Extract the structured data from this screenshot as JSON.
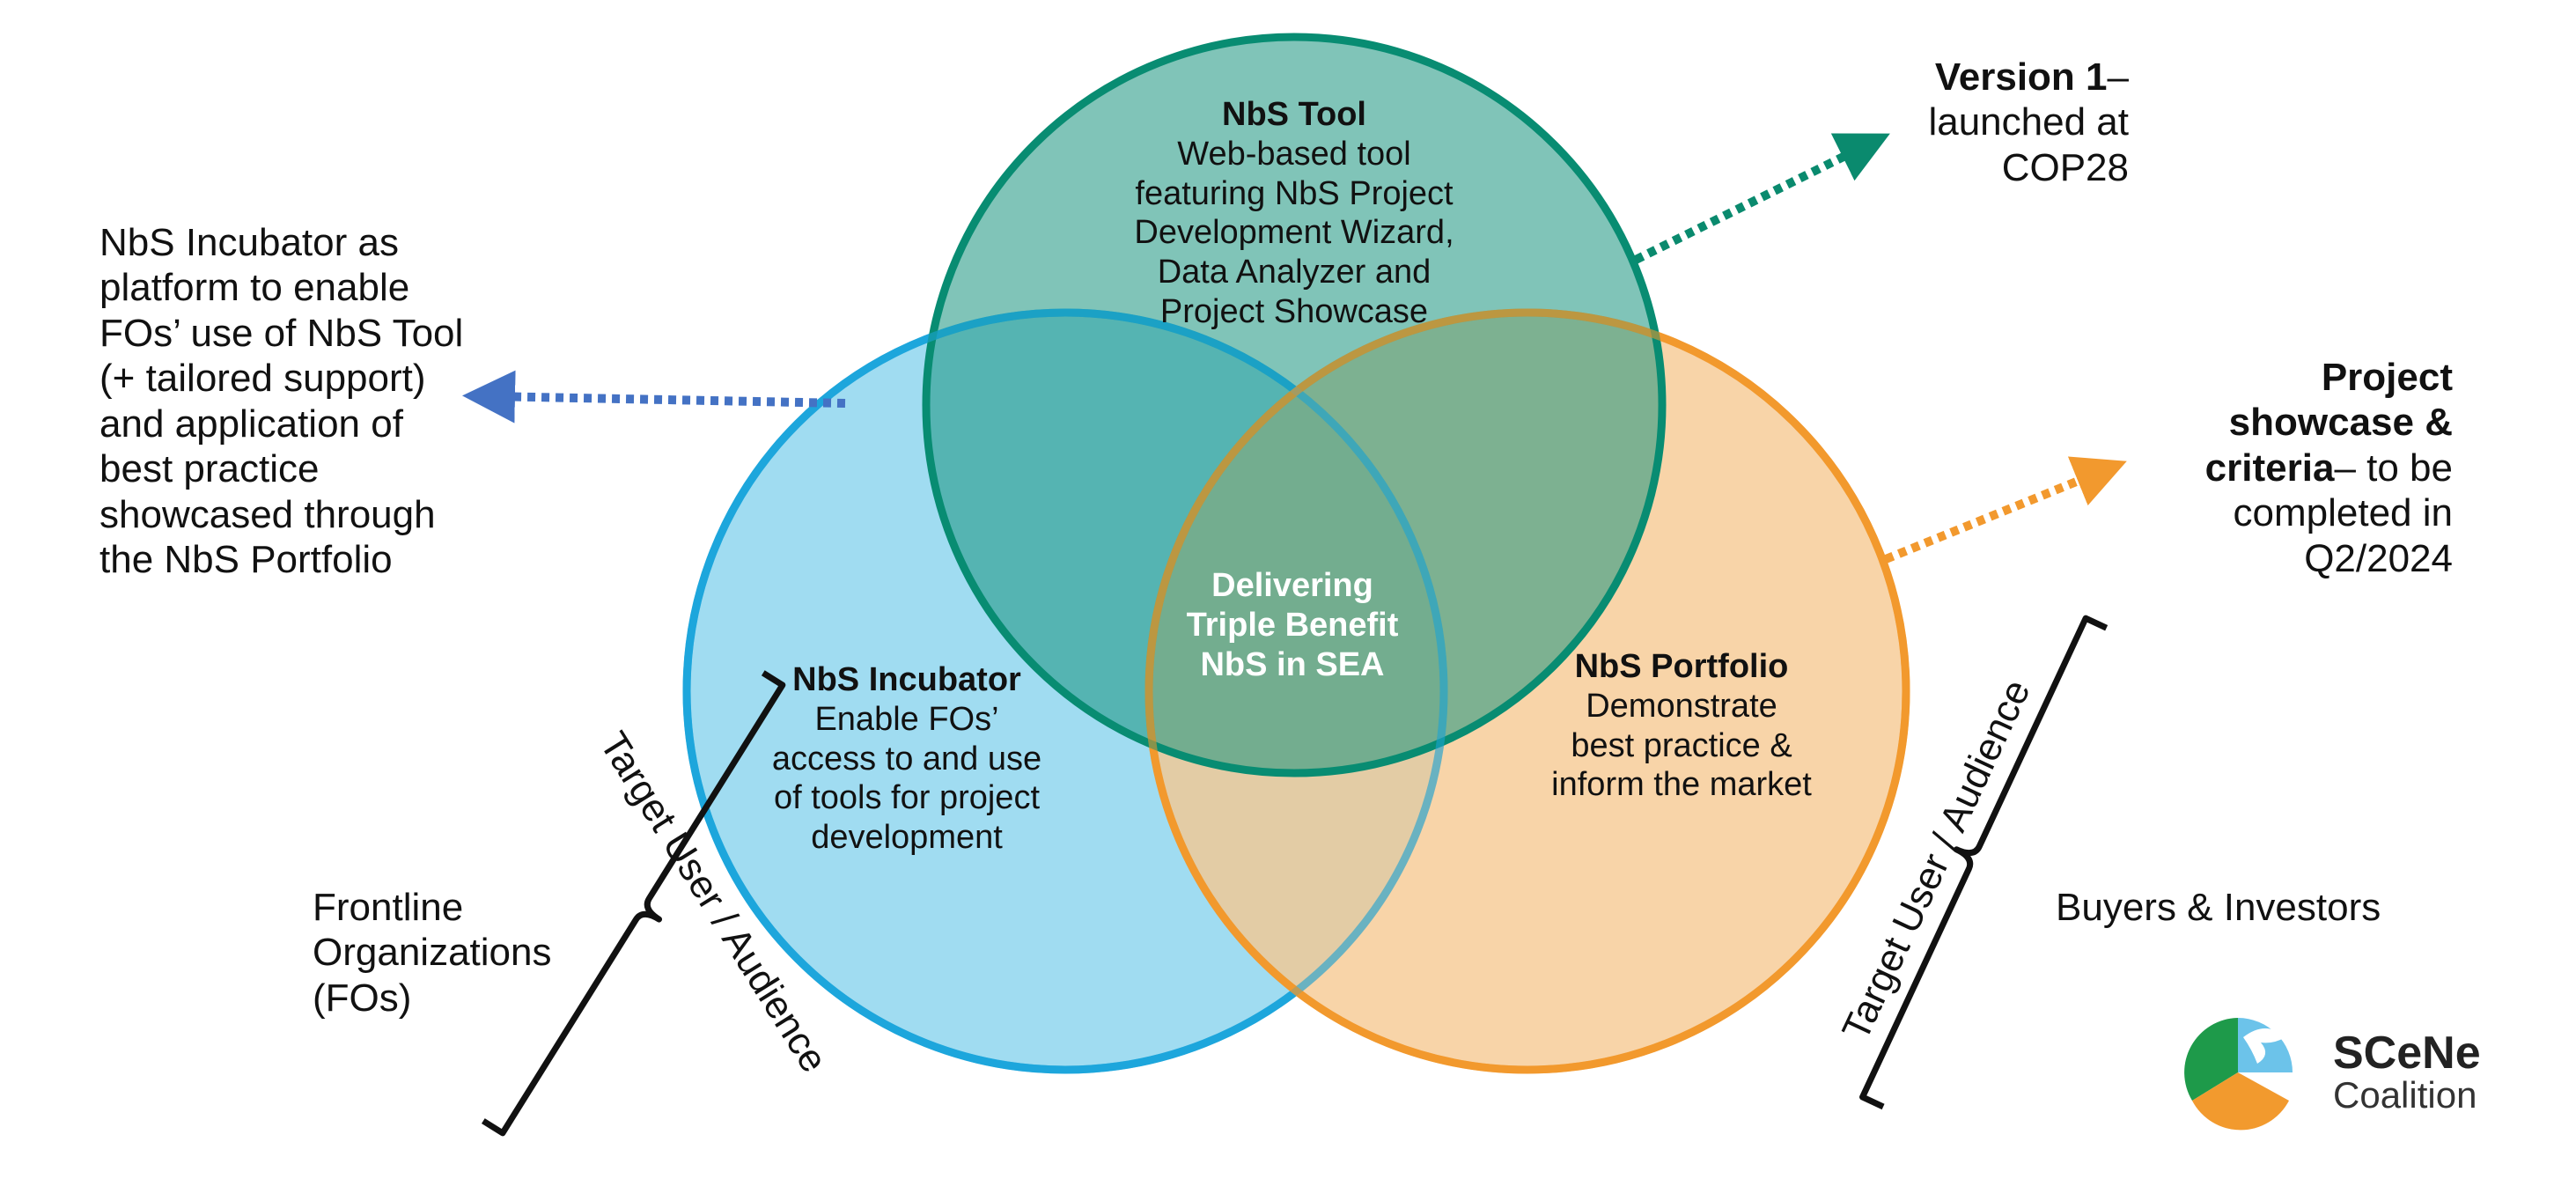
{
  "nbs_tool": {
    "title": "NbS Tool",
    "lines": [
      "Web-based tool",
      "featuring NbS Project",
      "Development Wizard,",
      "Data Analyzer and",
      "Project Showcase"
    ]
  },
  "nbs_incubator": {
    "title": "NbS Incubator",
    "lines": [
      "Enable FOs’",
      "access to and use",
      "of tools for project",
      "development"
    ]
  },
  "nbs_portfolio": {
    "title": "NbS Portfolio",
    "lines": [
      "Demonstrate",
      "best practice &",
      "inform the market"
    ]
  },
  "center": {
    "lines": [
      "Delivering",
      "Triple Benefit",
      "NbS in SEA"
    ]
  },
  "version": {
    "bold": "Version 1",
    "rest_first": "–",
    "lines": [
      "launched at",
      "COP28"
    ]
  },
  "incubator_note": {
    "lines": [
      "NbS Incubator as",
      "platform to enable",
      "FOs’ use of NbS Tool",
      "(+ tailored support)",
      "and application of",
      "best practice",
      "showcased through",
      "the NbS Portfolio"
    ]
  },
  "showcase": {
    "bold_lines": [
      "Project",
      "showcase &",
      "criteria"
    ],
    "rest_third": "– to be",
    "lines": [
      "completed in",
      "Q2/2024"
    ]
  },
  "audience_left": {
    "label": "Target User / Audience",
    "value_lines": [
      "Frontline",
      "Organizations",
      "(FOs)"
    ]
  },
  "audience_right": {
    "label": "Target User / Audience",
    "value": "Buyers & Investors"
  },
  "logo": {
    "name": "SCeNe",
    "sub": "Coalition"
  },
  "colors": {
    "tool_fill": "#5bb59e",
    "tool_stroke": "#088c72",
    "incubator_fill": "#8fd6ef",
    "incubator_stroke": "#1ea6dc",
    "portfolio_fill": "#f6c88f",
    "portfolio_stroke": "#f2992e",
    "arrow_blue": "#4472c4",
    "arrow_green": "#0a8a6e",
    "arrow_orange": "#f2992e"
  }
}
